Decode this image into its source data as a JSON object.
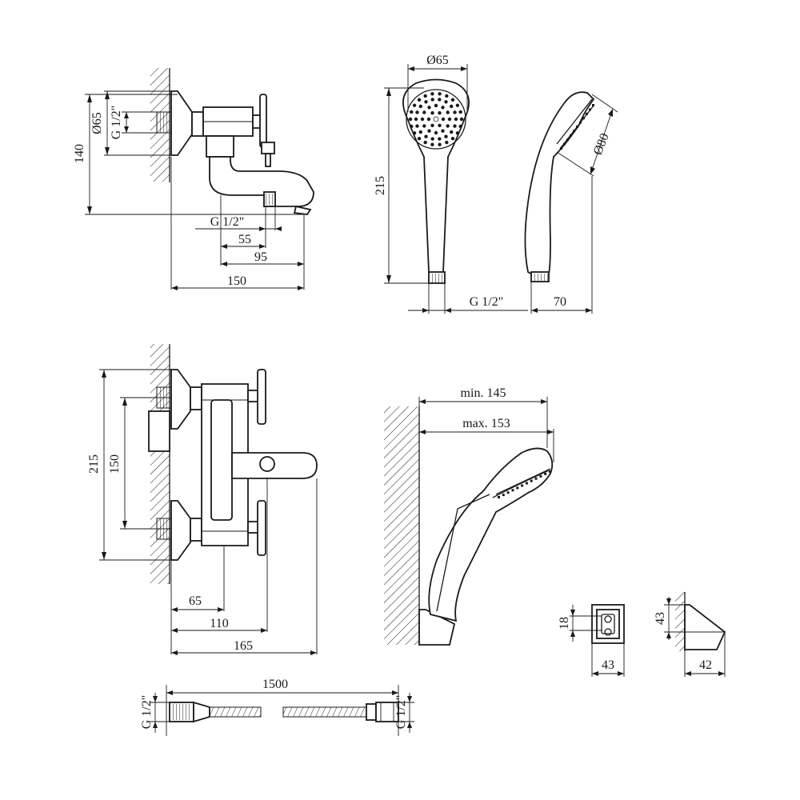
{
  "mixer_top": {
    "height": "140",
    "flange_diameter": "Ø65",
    "inlet_thread": "G 1/2\"",
    "outlet_thread": "G 1/2\"",
    "offset_55": "55",
    "offset_95": "95",
    "depth_150": "150"
  },
  "hand_shower_front": {
    "head_diameter": "Ø65",
    "length": "215",
    "thread": "G 1/2\""
  },
  "hand_shower_side": {
    "head_diameter": "Ø80",
    "width": "70"
  },
  "mixer_front": {
    "height": "215",
    "centers": "150",
    "offset_65": "65",
    "offset_110": "110",
    "depth_165": "165"
  },
  "holder_assembly": {
    "min_reach": "min. 145",
    "max_reach": "max. 153"
  },
  "wall_holder": {
    "slot_height": "18",
    "front_width": "43",
    "side_height": "43",
    "side_depth": "42"
  },
  "hose": {
    "length": "1500",
    "thread_left": "G 1/2\"",
    "thread_right": "G 1/2\""
  }
}
